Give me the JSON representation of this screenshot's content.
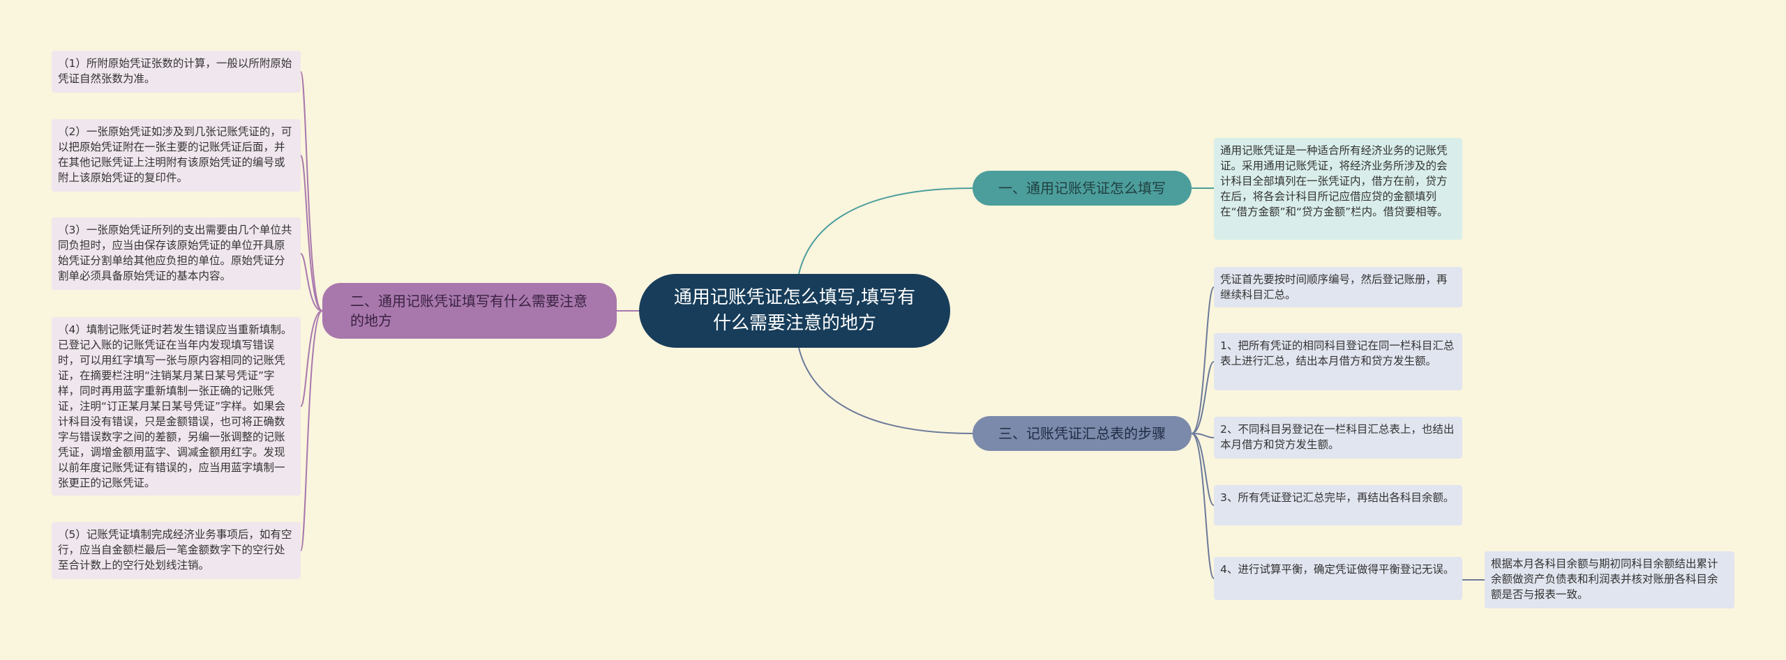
{
  "root": {
    "label": "通用记账凭证怎么填写,填写有什么需要注意的地方"
  },
  "branches": {
    "b1": {
      "label": "一、通用记账凭证怎么填写"
    },
    "b2": {
      "label": "二、通用记账凭证填写有什么需要注意的地方"
    },
    "b3": {
      "label": "三、记账凭证汇总表的步骤"
    }
  },
  "notes": {
    "b1": [
      "通用记账凭证是一种适合所有经济业务的记账凭证。采用通用记账凭证，将经济业务所涉及的会计科目全部填列在一张凭证内，借方在前，贷方在后，将各会计科目所记应借应贷的金额填列在“借方金额”和“贷方金额”栏内。借贷要相等。"
    ],
    "b2": [
      "（1）所附原始凭证张数的计算，一般以所附原始凭证自然张数为准。",
      "（2）一张原始凭证如涉及到几张记账凭证的，可以把原始凭证附在一张主要的记账凭证后面，并在其他记账凭证上注明附有该原始凭证的编号或附上该原始凭证的复印件。",
      "（3）一张原始凭证所列的支出需要由几个单位共同负担时，应当由保存该原始凭证的单位开具原始凭证分割单给其他应负担的单位。原始凭证分割单必须具备原始凭证的基本内容。",
      "（4）填制记账凭证时若发生错误应当重新填制。已登记入账的记账凭证在当年内发现填写错误时，可以用红字填写一张与原内容相同的记账凭证，在摘要栏注明“注销某月某日某号凭证”字样，同时再用蓝字重新填制一张正确的记账凭证，注明“订正某月某日某号凭证”字样。如果会计科目没有错误，只是金额错误，也可将正确数字与错误数字之间的差额，另编一张调整的记账凭证，调增金额用蓝字、调减金额用红字。发现以前年度记账凭证有错误的，应当用蓝字填制一张更正的记账凭证。",
      "（5）记账凭证填制完成经济业务事项后，如有空行，应当自金额栏最后一笔金额数字下的空行处至合计数上的空行处划线注销。"
    ],
    "b3": [
      "凭证首先要按时间顺序编号，然后登记账册，再继续科目汇总。",
      "1、把所有凭证的相同科目登记在同一栏科目汇总表上进行汇总，结出本月借方和贷方发生额。",
      "2、不同科目另登记在一栏科目汇总表上，也结出本月借方和贷方发生额。",
      "3、所有凭证登记汇总完毕，再结出各科目余额。",
      "4、进行试算平衡，确定凭证做得平衡登记无误。"
    ],
    "b3_step4_detail": "根据本月各科目余额与期初同科目余额结出累计余额做资产负债表和利润表并核对账册各科目余额是否与报表一致。"
  },
  "colors": {
    "background": "#faf5dd",
    "root": "#173d5a",
    "branch1": "#4c9e9c",
    "branch2": "#a878ad",
    "branch3": "#7b8aaa",
    "link1": "#4c9e9c",
    "link2": "#a878ad",
    "link3": "#6b7a99"
  }
}
